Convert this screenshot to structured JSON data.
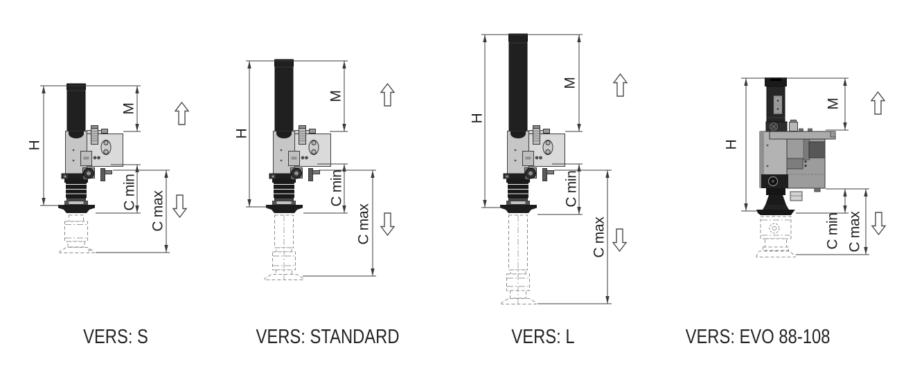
{
  "figure": {
    "background_color": "#ffffff",
    "line_color": "#3a3a3a",
    "text_color": "#1f1f1f",
    "machine_dark_color": "#202020",
    "machine_gray_color": "#c6c6c6"
  },
  "diagrams": [
    {
      "version_label": "VERS: S",
      "labels": {
        "h": "H",
        "m": "M",
        "c_min": "C min",
        "c_max": "C max"
      }
    },
    {
      "version_label": "VERS: STANDARD",
      "labels": {
        "h": "H",
        "m": "M",
        "c_min": "C min",
        "c_max": "C max"
      }
    },
    {
      "version_label": "VERS: L",
      "labels": {
        "h": "H",
        "m": "M",
        "c_min": "C min",
        "c_max": "C max"
      }
    },
    {
      "version_label": "VERS: EVO 88-108",
      "labels": {
        "h": "H",
        "m": "M",
        "c_min": "C min",
        "c_max": "C max"
      }
    }
  ]
}
